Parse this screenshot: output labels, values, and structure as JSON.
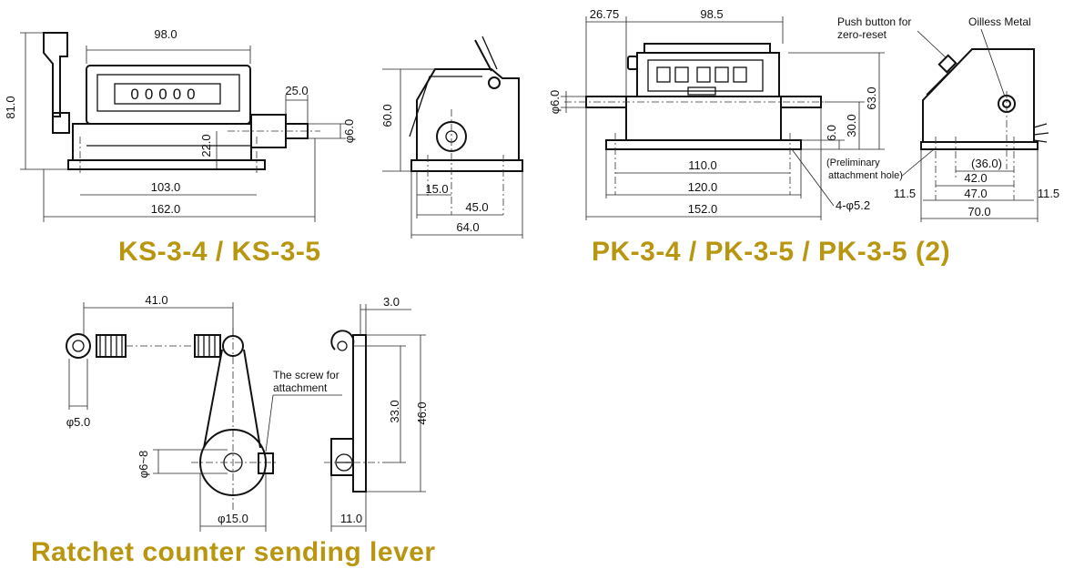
{
  "ks": {
    "title": "KS-3-4 / KS-3-5",
    "digits": "00000",
    "dims": {
      "w98": "98.0",
      "h81": "81.0",
      "l25": "25.0",
      "h22": "22.0",
      "d6": "φ6.0",
      "w103": "103.0",
      "w162": "162.0",
      "h60": "60.0",
      "w15": "15.0",
      "w45": "45.0",
      "w64": "64.0"
    }
  },
  "pk": {
    "title": "PK-3-4 / PK-3-5 / PK-3-5 (2)",
    "dims": {
      "w2675": "26.75",
      "w985": "98.5",
      "d6": "φ6.0",
      "h63": "63.0",
      "h30": "30.0",
      "h6": "6.0",
      "w110": "110.0",
      "w120": "120.0",
      "w152": "152.0",
      "hole": "4-φ5.2",
      "w36": "(36.0)",
      "w42": "42.0",
      "w47": "47.0",
      "w115a": "11.5",
      "w115b": "11.5",
      "w70": "70.0"
    },
    "notes": {
      "push1": "Push button for",
      "push2": "zero-reset",
      "oilless": "Oilless Metal",
      "pre1": "(Preliminary",
      "pre2": "attachment hole)"
    }
  },
  "lever": {
    "title": "Ratchet counter sending lever",
    "dims": {
      "w41": "41.0",
      "d5": "φ5.0",
      "d68": "φ6~8",
      "d15": "φ15.0",
      "w3": "3.0",
      "h33": "33.0",
      "h46": "46.0",
      "w11": "11.0"
    },
    "notes": {
      "screw1": "The screw for",
      "screw2": "attachment"
    }
  }
}
